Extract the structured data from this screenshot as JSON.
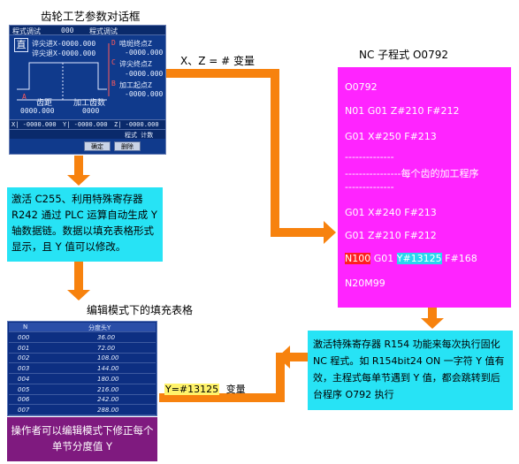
{
  "titles": {
    "dialog_title": "齿轮工艺参数对话框",
    "nc_title": "NC 子程式 O0792",
    "table_title": "编辑模式下的填充表格"
  },
  "labels": {
    "xz_var": "X、Z = # 变量",
    "y_var_code": "Y=#13125",
    "y_var_suffix": "变量"
  },
  "dialog": {
    "header_left": "程式调试",
    "header_mid": "000",
    "header_right": "程式调试",
    "mode_icon": "直",
    "row1_left": "谇尖进X-0000.000",
    "row1_right": "啮斑终点Z",
    "row2_left": "谇尖退X-0000.000",
    "row2_right": "-0000.000",
    "row3_right": "谇尖终点Z",
    "row4_right": "-0000.000",
    "row5_right": "加工起点Z",
    "row6_right": "-0000.000",
    "bottom_left": "齿距",
    "bottom_mid": "加工齿数",
    "bottom_val_left": "0000.000",
    "bottom_val_mid": "0000",
    "marker_a": "A",
    "marker_b": "B",
    "marker_c": "C",
    "marker_d": "D",
    "coord_x": "X| -0000.000",
    "coord_y": "Y| -0000.000",
    "coord_z": "Z| -0000.000",
    "status": "程式 计数",
    "btn_confirm": "确定",
    "btn_delete": "删除"
  },
  "boxes": {
    "top_cyan": "激活 C255、利用特殊寄存器 R242 通过 PLC 运算自动生成 Y 轴数据链。数据以填充表格形式显示，且 Y 值可以修改。",
    "bottom_cyan": "激活特殊寄存器 R154 功能来每次执行固化 NC 程式。如 R154bit24 ON 一字符 Y 值有效，主程式每单节遇到 Y 值，都会跳转到后台程序 O792 执行",
    "purple": "操作者可以编辑模式下修正每个单节分度值 Y"
  },
  "nc_program": {
    "line1": "O0792",
    "line2": "N01    G01 Z#210 F#212",
    "line3": "G01 X#250 F#213",
    "dashes1": "--------------",
    "dashes2": "----------------每个齿的加工程序",
    "dashes3": "--------------",
    "line4": "G01 X#240 F#213",
    "line5": "G01 Z#210 F#212",
    "line6_a": "N100",
    "line6_b": " G01 ",
    "line6_c": "Y#13125",
    "line6_d": " F#168",
    "line7": "N20M99"
  },
  "table": {
    "col1": "N",
    "col2": "分度头Y",
    "rows": [
      {
        "n": "000",
        "v": "36.00"
      },
      {
        "n": "001",
        "v": "72.00"
      },
      {
        "n": "002",
        "v": "108.00"
      },
      {
        "n": "003",
        "v": "144.00"
      },
      {
        "n": "004",
        "v": "180.00"
      },
      {
        "n": "005",
        "v": "216.00"
      },
      {
        "n": "006",
        "v": "242.00"
      },
      {
        "n": "007",
        "v": "288.00"
      }
    ]
  },
  "colors": {
    "arrow": "#f7820e",
    "cyan": "#27e3f5",
    "magenta": "#ff24ff",
    "purple": "#7f1a7f",
    "screen_blue": "#103a8c"
  }
}
